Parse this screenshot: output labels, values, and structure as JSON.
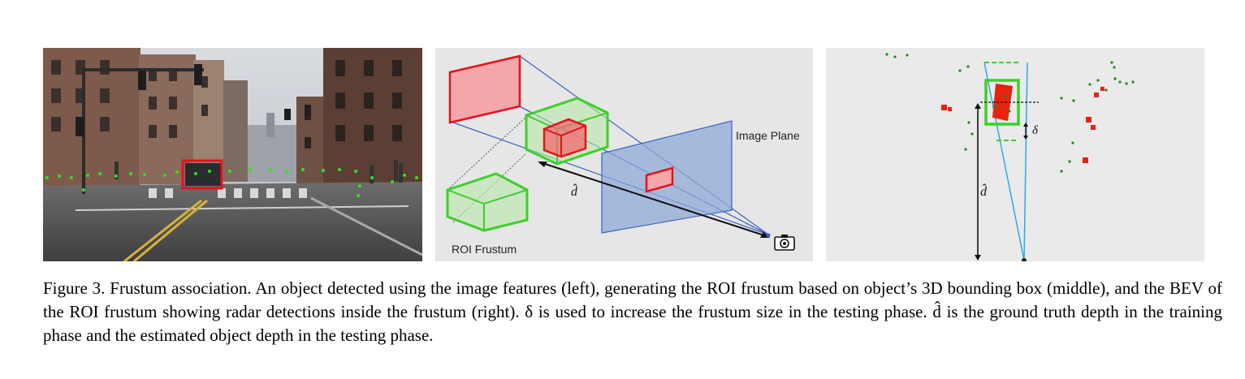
{
  "figure": {
    "panels": {
      "left": {
        "description_icon": "street-scene-image"
      },
      "middle": {
        "image_plane_label": "Image Plane",
        "roi_frustum_label": "ROI Frustum",
        "depth_label": "d̂",
        "camera_icon": "camera-icon"
      },
      "right": {
        "depth_label": "d̂",
        "delta_label": "δ"
      }
    },
    "caption": {
      "label": "Figure 3.",
      "text": "Frustum association.  An object detected using the image features (left), generating the ROI frustum based on object’s 3D bounding box (middle), and the BEV of the ROI frustum showing radar detections inside the frustum (right).  δ is used to increase the frustum size in the testing phase. d̂ is the ground truth depth in the training phase and the estimated object depth in the testing phase."
    }
  },
  "colors": {
    "frustum_green": "#3ccf2a",
    "box_red": "#e3121c",
    "plane_blue": "#8fa9d6",
    "ray_blue": "#3a62c4",
    "cyan_line": "#29a9e6"
  }
}
